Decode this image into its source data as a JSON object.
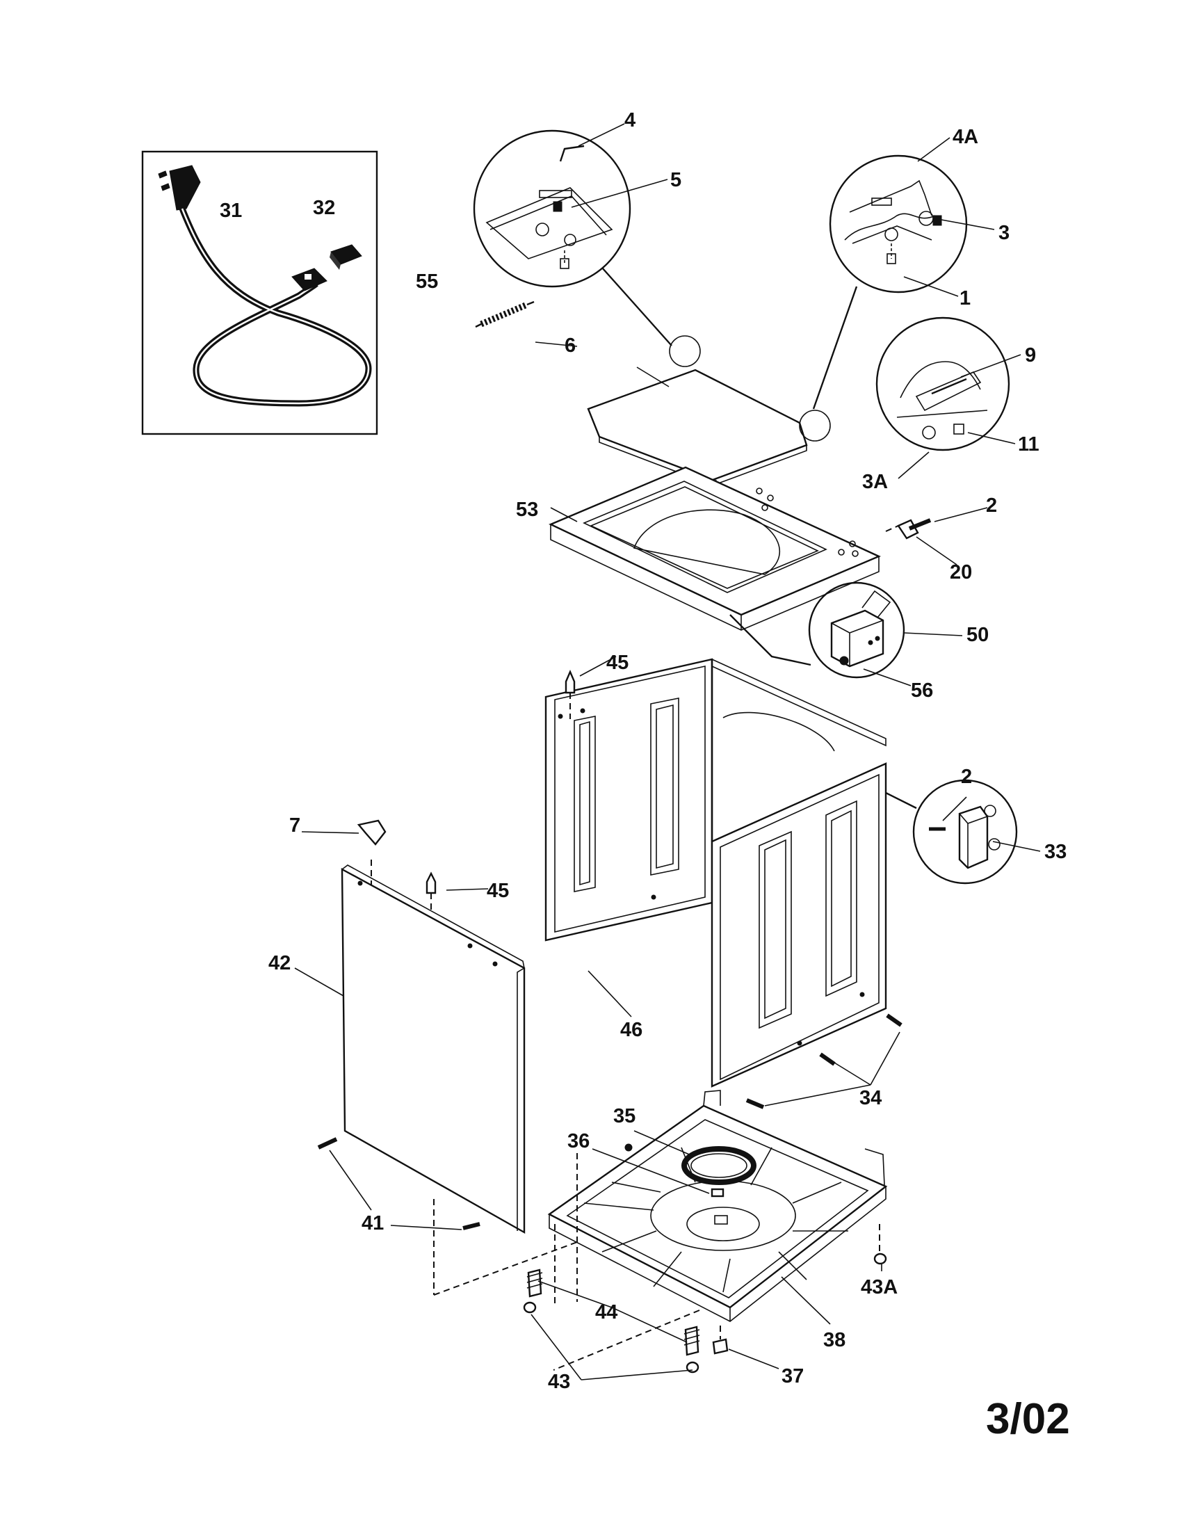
{
  "labels": {
    "p1": "1",
    "p2a": "2",
    "p2b": "2",
    "p3": "3",
    "p3A": "3A",
    "p4": "4",
    "p4A": "4A",
    "p5": "5",
    "p6": "6",
    "p7": "7",
    "p9": "9",
    "p11": "11",
    "p20": "20",
    "p31": "31",
    "p32": "32",
    "p33": "33",
    "p34": "34",
    "p35": "35",
    "p36": "36",
    "p37": "37",
    "p38": "38",
    "p41": "41",
    "p42": "42",
    "p43": "43",
    "p43A": "43A",
    "p44": "44",
    "p45a": "45",
    "p45b": "45",
    "p46": "46",
    "p50": "50",
    "p53": "53",
    "p55": "55",
    "p56": "56"
  },
  "revision": "3/02"
}
